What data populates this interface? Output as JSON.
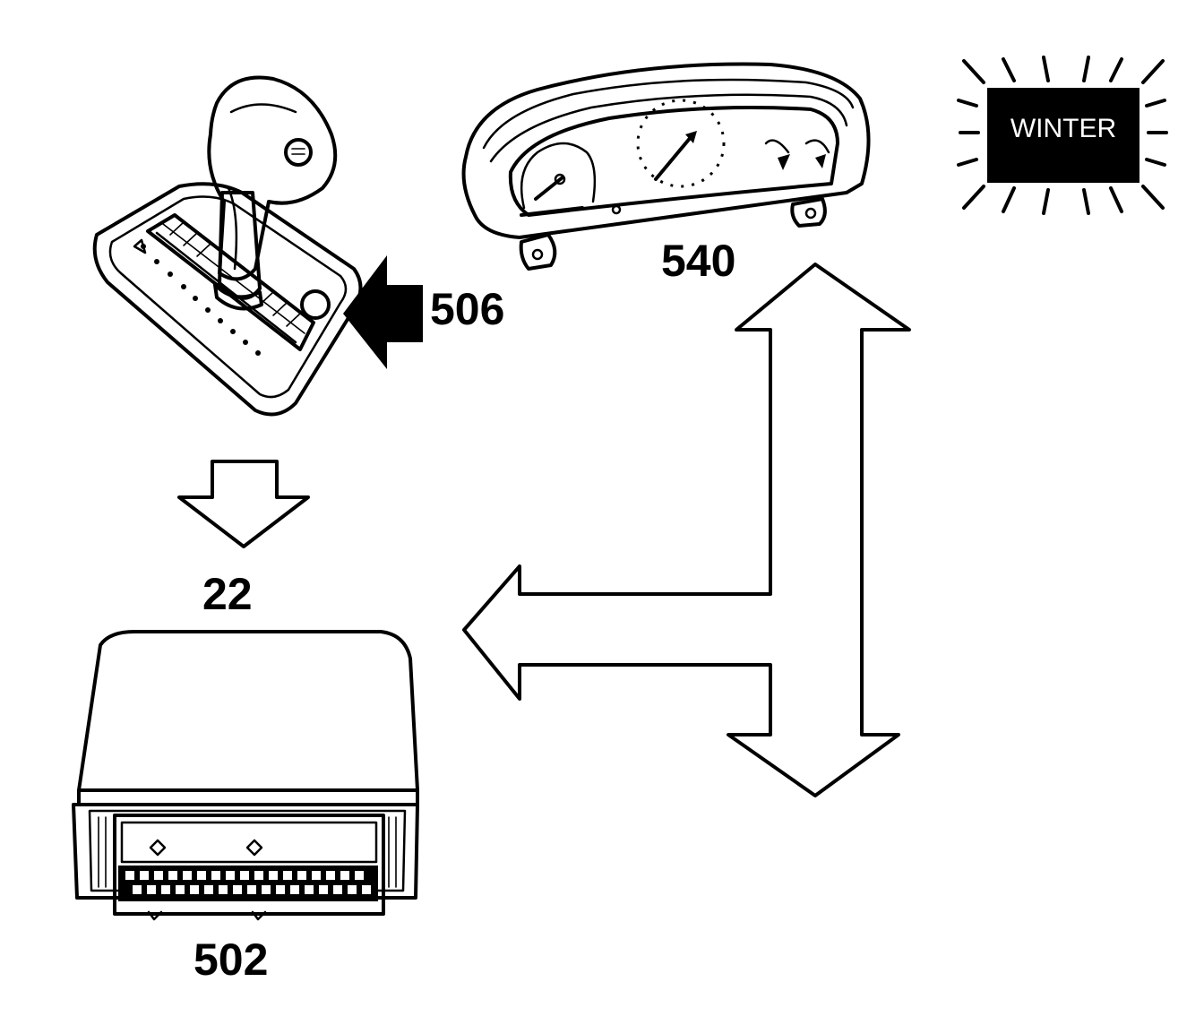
{
  "labels": {
    "shifter_ref": "506",
    "cluster_ref": "540",
    "arrow_ref": "22",
    "controller_ref": "502"
  },
  "indicator": {
    "text": "WINTER"
  },
  "colors": {
    "ink": "#000000",
    "paper": "#ffffff",
    "shade": "#d8d8d8"
  }
}
